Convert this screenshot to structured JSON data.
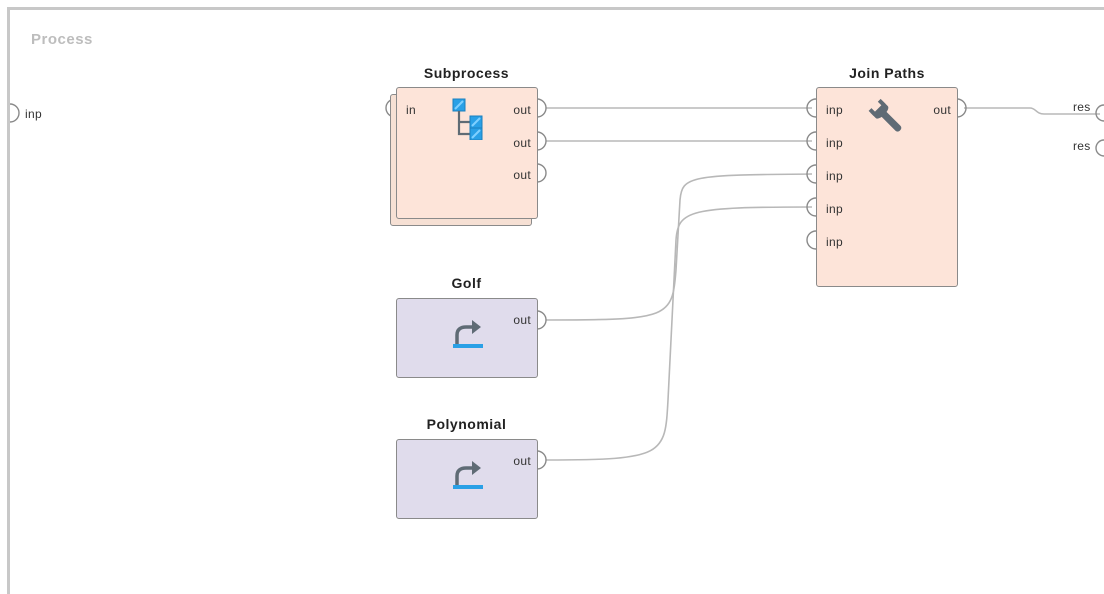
{
  "process": {
    "title": "Process",
    "input_port": "inp"
  },
  "operators": {
    "subprocess": {
      "title": "Subprocess",
      "in_port": "in",
      "out_ports": [
        "out",
        "out",
        "out"
      ]
    },
    "golf": {
      "title": "Golf",
      "out_port": "out"
    },
    "polynomial": {
      "title": "Polynomial",
      "out_port": "out"
    },
    "join_paths": {
      "title": "Join Paths",
      "in_ports": [
        "inp",
        "inp",
        "inp",
        "inp",
        "inp"
      ],
      "out_port": "out"
    }
  },
  "results": [
    "res",
    "res"
  ],
  "colors": {
    "operator_peach": "#fde4d9",
    "operator_lavender": "#e0dcec",
    "wire": "#b8b8b8",
    "frame": "#c8c8c8",
    "icon_blue": "#2aa0e6",
    "icon_gray": "#5f6b75"
  },
  "icons": {
    "subprocess": "subprocess-tree-icon",
    "retrieve": "retrieve-arrow-icon",
    "join": "wrench-icon"
  }
}
